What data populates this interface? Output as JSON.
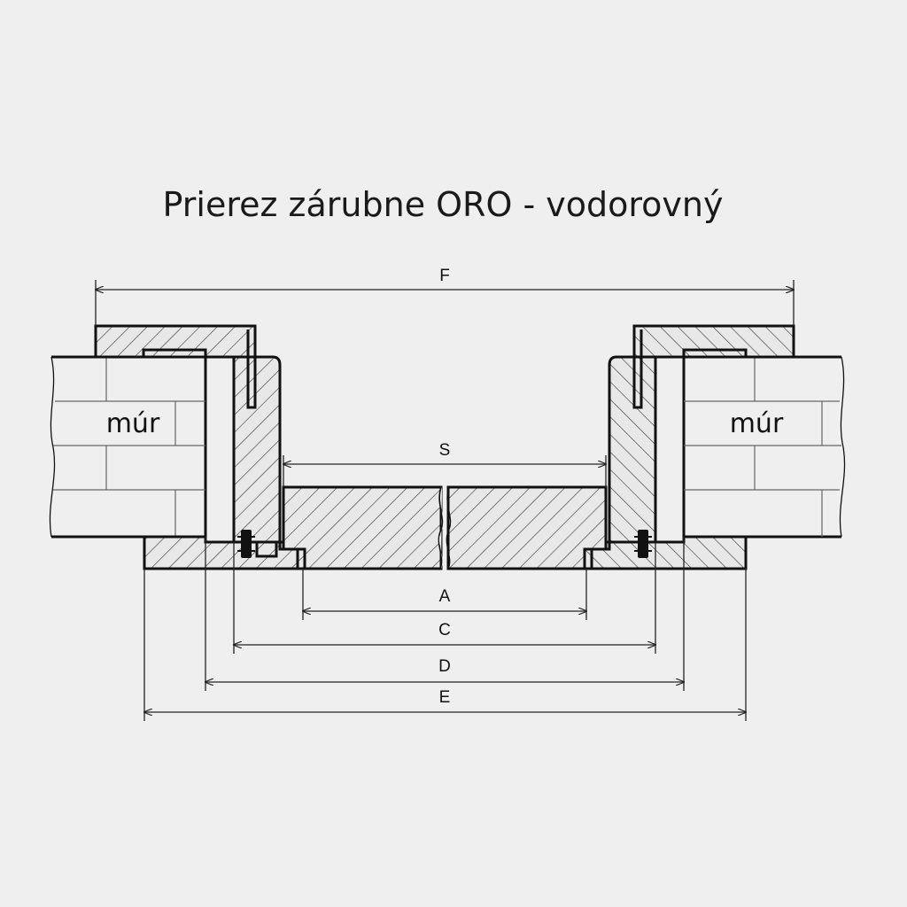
{
  "title": "Prierez zárubne ORO - vodorovný",
  "wall_labels": {
    "left": "múr",
    "right": "múr"
  },
  "dimensions": {
    "F": "F",
    "S": "S",
    "A": "A",
    "C": "C",
    "D": "D",
    "E": "E"
  },
  "colors": {
    "background": "#efefef",
    "line": "#111111"
  }
}
